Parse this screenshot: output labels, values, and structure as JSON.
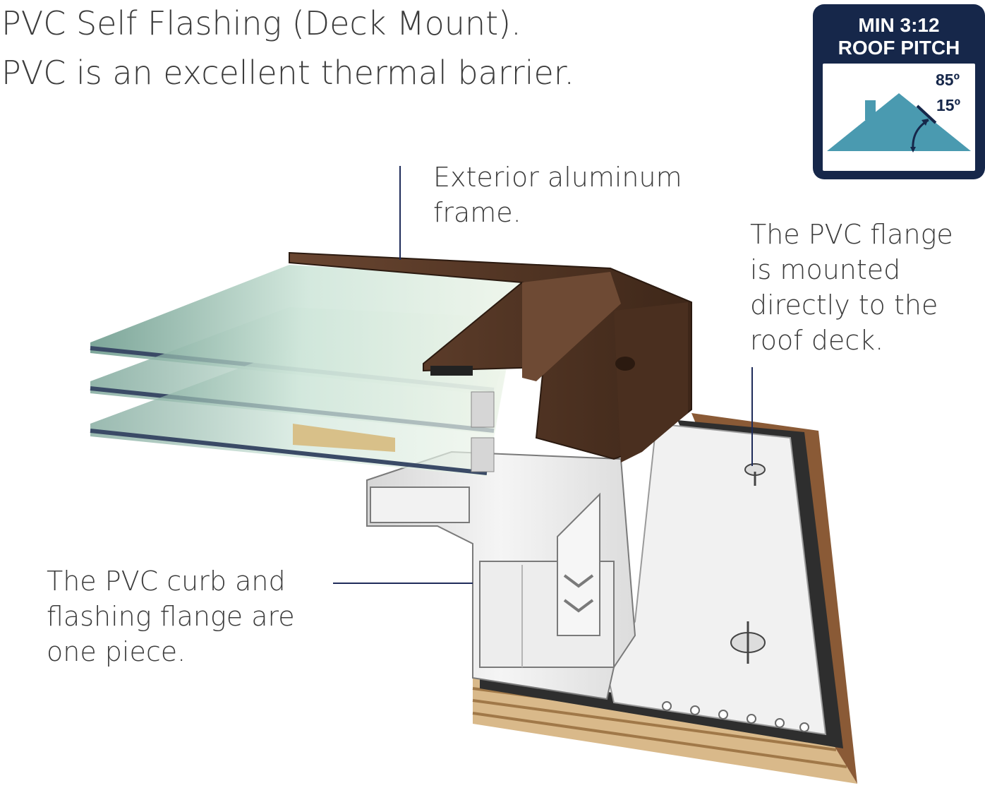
{
  "title": {
    "line1": "PVC Self Flashing (Deck Mount).",
    "line2": "PVC is an excellent thermal barrier."
  },
  "badge": {
    "line1": "MIN 3:12",
    "line2": "ROOF PITCH",
    "angle_max": "85º",
    "angle_min": "15º",
    "colors": {
      "background": "#16274a",
      "roof": "#4a9ab0"
    }
  },
  "callouts": {
    "frame": [
      "Exterior aluminum",
      "frame."
    ],
    "flange": [
      "The PVC flange",
      "is mounted",
      "directly to the",
      "roof deck."
    ],
    "curb": [
      "The PVC curb and",
      "flashing flange are",
      "one piece."
    ]
  },
  "colors": {
    "aluminum_frame": "#5a3a29",
    "glass": "#a8d6c4",
    "pvc": "#ececec",
    "deck_wood": "#8a5a36",
    "membrane": "#2e2e2e",
    "leader_line": "#1f2c5a"
  }
}
